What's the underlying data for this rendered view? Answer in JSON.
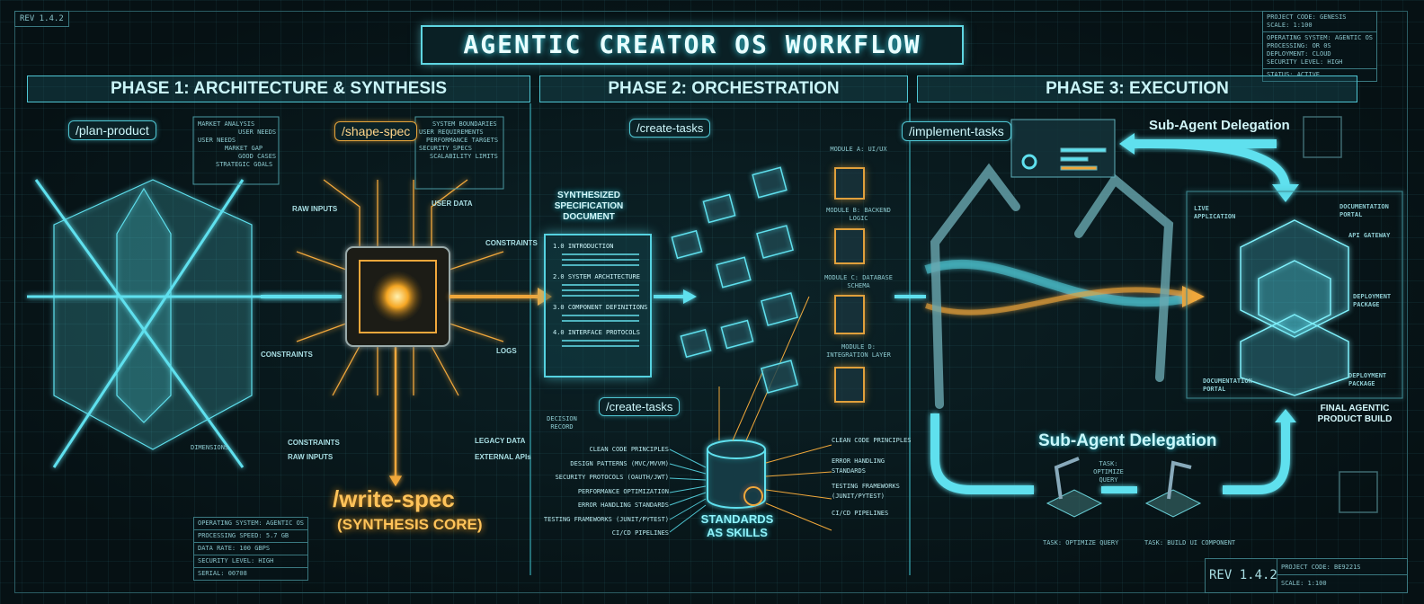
{
  "title": "AGENTIC CREATOR OS WORKFLOW",
  "revision_tag": "REV 1.4.2",
  "info_block_top": [
    "PROJECT CODE: GENESIS",
    "SCALE: 1:100",
    "OPERATING SYSTEM: AGENTIC OS",
    "PROCESSING: OR 0S",
    "DEPLOYMENT: CLOUD",
    "SECURITY LEVEL: HIGH",
    "STATUS: ACTIVE"
  ],
  "phases": [
    {
      "label": "PHASE 1: ARCHITECTURE & SYNTHESIS"
    },
    {
      "label": "PHASE 2: ORCHESTRATION"
    },
    {
      "label": "PHASE 3: EXECUTION"
    }
  ],
  "phase1": {
    "plan_product": "/plan-product",
    "shape_spec": "/shape-spec",
    "market_box": [
      "MARKET ANALYSIS",
      "USER NEEDS",
      "USER NEEDS",
      "MARKET GAP",
      "GOOD CASES",
      "STRATEGIC GOALS"
    ],
    "spec_box": [
      "SYSTEM BOUNDARIES",
      "USER REQUIREMENTS",
      "PERFORMANCE TARGETS",
      "SECURITY SPECS",
      "SCALABILITY LIMITS"
    ],
    "inputs": [
      "RAW INPUTS",
      "USER DATA",
      "CONSTRAINTS",
      "CONSTRAINTS",
      "LOGS",
      "CONSTRAINTS",
      "RAW INPUTS",
      "LEGACY DATA",
      "EXTERNAL APIs"
    ],
    "write_spec": "/write-spec",
    "write_spec_sub": "(SYNTHESIS CORE)",
    "dimension_label": "DIMENSIONS",
    "info_table": [
      "OPERATING SYSTEM: AGENTIC OS",
      "PROCESSING SPEED: 5.7 GB",
      "DATA RATE: 100 GBPS",
      "SECURITY LEVEL: HIGH",
      "SERIAL: 00708"
    ]
  },
  "phase2": {
    "create_tasks_top": "/create-tasks",
    "create_tasks_bottom": "/create-tasks",
    "doc_title": "SYNTHESIZED SPECIFICATION DOCUMENT",
    "doc_sections": [
      "1.0 INTRODUCTION",
      "2.0 SYSTEM ARCHITECTURE",
      "3.0 COMPONENT DEFINITIONS",
      "4.0 INTERFACE PROTOCOLS"
    ],
    "doc_note": "DECISION RECORD",
    "modules": [
      "MODULE A: UI/UX",
      "MODULE B: BACKEND LOGIC",
      "MODULE C: DATABASE SCHEMA",
      "MODULE D: INTEGRATION LAYER"
    ],
    "standards_label": "STANDARDS AS SKILLS",
    "standards_left": [
      "CLEAN CODE PRINCIPLES",
      "DESIGN PATTERNS (MVC/MVVM)",
      "SECURITY PROTOCOLS (OAUTH/JWT)",
      "PERFORMANCE OPTIMIZATION",
      "ERROR HANDLING STANDARDS",
      "TESTING FRAMEWORKS (JUNIT/PYTEST)",
      "CI/CD PIPELINES"
    ],
    "standards_right": [
      "CLEAN CODE PRINCIPLES",
      "ERROR HANDLING STANDARDS",
      "TESTING FRAMEWORKS (JUNIT/PYTEST)",
      "CI/CD PIPELINES"
    ]
  },
  "phase3": {
    "implement_tasks": "/implement-tasks",
    "delegation_top": "Sub-Agent Delegation",
    "delegation_bottom": "Sub-Agent Delegation",
    "build_labels": [
      "LIVE APPLICATION",
      "DOCUMENTATION PORTAL",
      "API GATEWAY",
      "DEPLOYMENT PACKAGE",
      "DOCUMENTATION PORTAL",
      "DEPLOYMENT PACKAGE"
    ],
    "final_build": "FINAL AGENTIC PRODUCT BUILD",
    "tasks": [
      "TASK: OPTIMIZE QUERY",
      "TASK: BUILD UI COMPONENT",
      "TASK: OPTIMIZE QUERY"
    ]
  },
  "title_block": {
    "rev": "REV 1.4.2",
    "project_code": "PROJECT CODE: BE9221S",
    "scale": "SCALE: 1:100"
  },
  "colors": {
    "cyan": "#4fc6d3",
    "orange": "#f0a73a",
    "background": "#071418"
  }
}
